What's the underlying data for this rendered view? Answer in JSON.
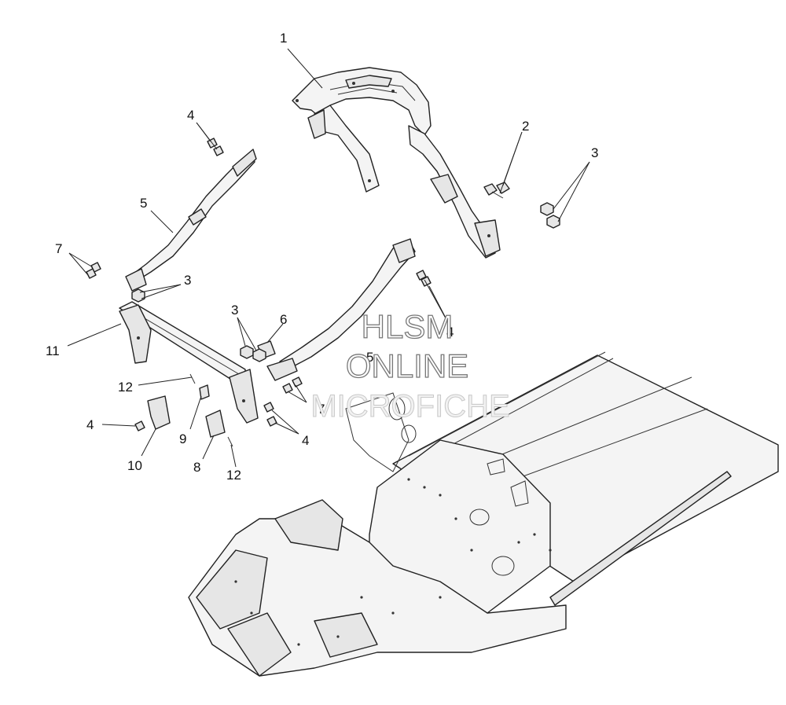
{
  "watermark": {
    "line1": "HLSM",
    "line2": "ONLINE",
    "line3": "MICROFICHE"
  },
  "callouts": [
    {
      "id": "c1",
      "text": "1"
    },
    {
      "id": "c2",
      "text": "2"
    },
    {
      "id": "c3a",
      "text": "3"
    },
    {
      "id": "c4a",
      "text": "4"
    },
    {
      "id": "c5a",
      "text": "5"
    },
    {
      "id": "c7a",
      "text": "7"
    },
    {
      "id": "c3b",
      "text": "3"
    },
    {
      "id": "c4b",
      "text": "4"
    },
    {
      "id": "c3c",
      "text": "3"
    },
    {
      "id": "c6",
      "text": "6"
    },
    {
      "id": "c5b",
      "text": "5"
    },
    {
      "id": "c11",
      "text": "11"
    },
    {
      "id": "c12a",
      "text": "12"
    },
    {
      "id": "c7b",
      "text": "7"
    },
    {
      "id": "c4c",
      "text": "4"
    },
    {
      "id": "c9",
      "text": "9"
    },
    {
      "id": "c4d",
      "text": "4"
    },
    {
      "id": "c10",
      "text": "10"
    },
    {
      "id": "c8",
      "text": "8"
    },
    {
      "id": "c12b",
      "text": "12"
    }
  ]
}
